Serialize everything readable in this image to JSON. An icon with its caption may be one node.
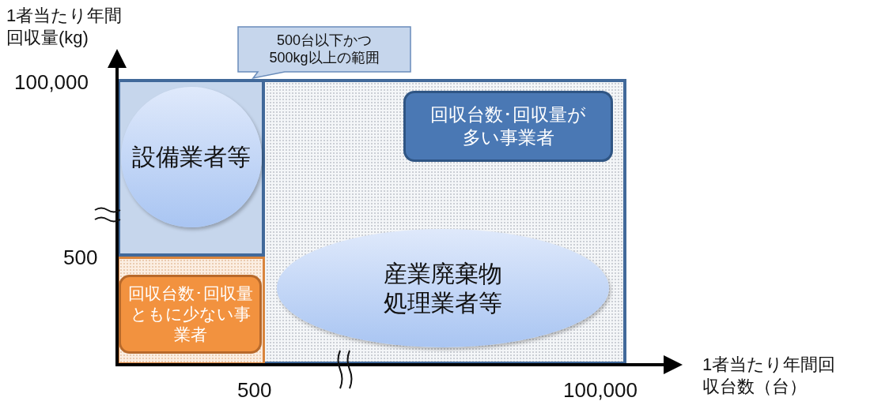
{
  "diagram": {
    "nodes": [
      {
        "text": [],
        "shape": "box"
      },
      {
        "text": [],
        "shape": "box",
        "in": 0
      },
      {
        "text": [],
        "shape": "box",
        "in": 0
      },
      {
        "text": [
          "設備業者等"
        ],
        "in": 1
      },
      {
        "text": [
          "500台以下かつ500kg以上の範囲"
        ]
      },
      {
        "text": [
          "回収台数･回収量が多い事業者"
        ],
        "in": 0
      },
      {
        "text": [
          "産業廃棄物処理業者等"
        ],
        "in": 0
      },
      {
        "text": [
          "回収台数･回収量ともに少ない事業者"
        ],
        "in": 2
      }
    ],
    "labels": [
      "1者当たり年間回収量(kg)",
      "100,000",
      "500",
      "500",
      "100,000",
      "1者当たり年間回収台数（台）"
    ]
  }
}
